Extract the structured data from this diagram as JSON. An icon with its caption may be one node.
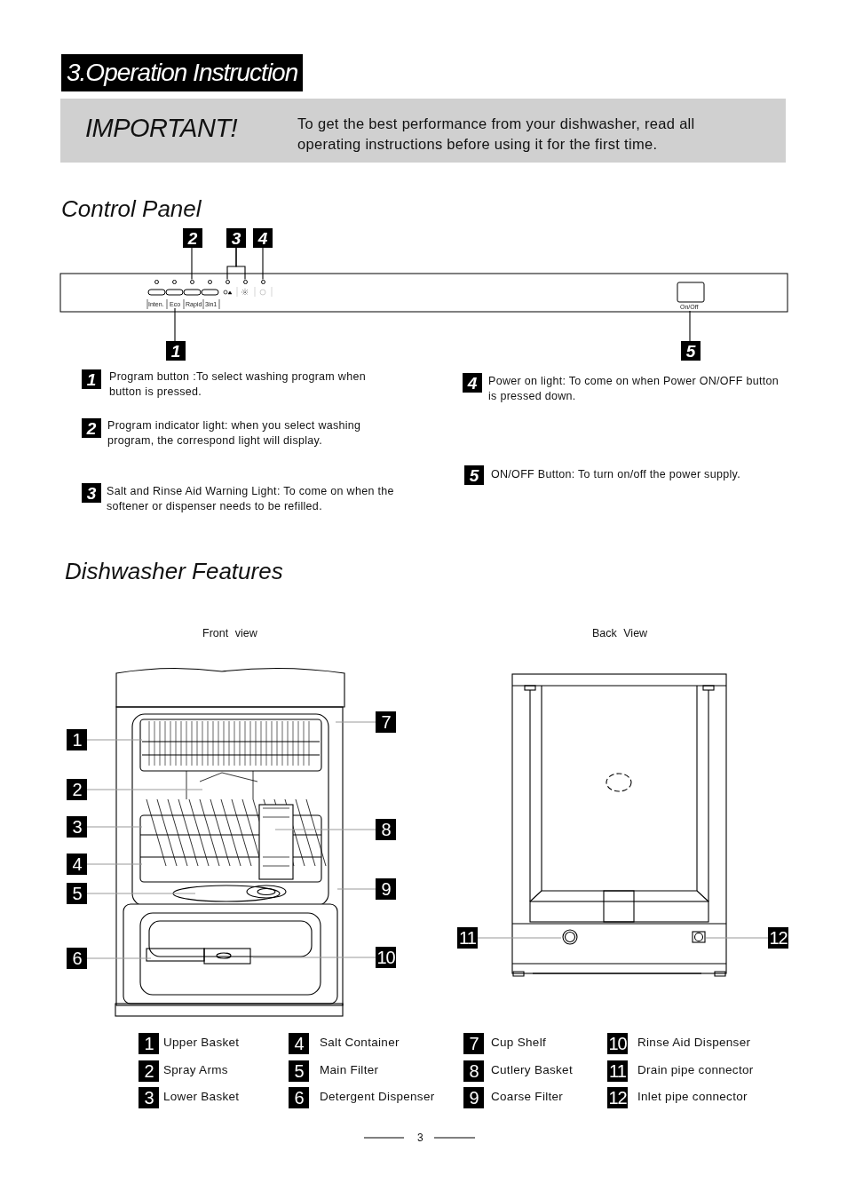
{
  "diagram": {
    "title": "3.Operation Instruction",
    "nodes": [
      {
        "text": [
          "2"
        ]
      },
      {
        "text": [
          "3"
        ]
      },
      {
        "text": [
          "4"
        ]
      },
      {
        "text": [],
        "shape": "circle"
      },
      {
        "text": [],
        "shape": "circle"
      },
      {
        "text": [],
        "shape": "circle"
      },
      {
        "text": [],
        "shape": "circle"
      },
      {
        "text": [],
        "shape": "circle"
      },
      {
        "text": [],
        "shape": "circle"
      },
      {
        "text": [],
        "shape": "circle"
      },
      {
        "text": [
          "Eco"
        ]
      },
      {
        "text": [
          "On/Off"
        ]
      },
      {
        "text": [
          "1"
        ]
      },
      {
        "text": [
          "5"
        ]
      },
      {
        "text": [
          "1"
        ],
        "beside": [
          "Program button :To select washing program when button is pressed."
        ]
      },
      {
        "text": [
          "4"
        ],
        "beside": [
          "Power on light: To come on when Power ON/OFF button is pressed down."
        ]
      },
      {
        "text": [
          "2"
        ],
        "beside": [
          "Program indicator light: when you select washing program, the correspond light will display."
        ]
      },
      {
        "text": [
          "5"
        ],
        "beside": [
          "ON/OFF Button: To turn on/off the power supply."
        ]
      },
      {
        "text": [
          "3"
        ],
        "beside": [
          "Salt and Rinse Aid Warning Light: To come on when the softener or dispenser needs to be refilled."
        ]
      },
      {
        "text": [
          "1"
        ]
      },
      {
        "text": [
          "2"
        ]
      },
      {
        "text": [
          "3"
        ]
      },
      {
        "text": [
          "4"
        ]
      },
      {
        "text": [
          "5"
        ]
      },
      {
        "text": [
          "6"
        ]
      },
      {
        "text": [
          "7"
        ]
      },
      {
        "text": [
          "8"
        ]
      },
      {
        "text": [
          "9"
        ]
      },
      {
        "text": [
          "10"
        ]
      },
      {
        "text": [
          "11"
        ]
      },
      {
        "text": [
          "12"
        ]
      },
      {
        "text": [
          "1"
        ],
        "beside": [
          "Upper Basket"
        ]
      },
      {
        "text": [
          "4"
        ],
        "beside": [
          "Salt Container"
        ]
      },
      {
        "text": [
          "7"
        ],
        "beside": [
          "Cup Shelf"
        ]
      },
      {
        "text": [
          "10"
        ],
        "beside": [
          "Rinse Aid Dispenser"
        ]
      },
      {
        "text": [
          "2"
        ],
        "beside": [
          "Spray Arms"
        ]
      },
      {
        "text": [
          "5"
        ],
        "beside": [
          "Main Filter"
        ]
      },
      {
        "text": [
          "8"
        ],
        "beside": [
          "Cutlery Basket"
        ]
      },
      {
        "text": [
          "11"
        ],
        "beside": [
          "Drain pipe connector"
        ]
      },
      {
        "text": [
          "3"
        ],
        "beside": [
          "Lower Basket"
        ]
      },
      {
        "text": [
          "6"
        ],
        "beside": [
          "Detergent Dispenser"
        ]
      },
      {
        "text": [
          "9"
        ],
        "beside": [
          "Coarse Filter"
        ]
      },
      {
        "text": [
          "12"
        ],
        "beside": [
          "Inlet pipe connector"
        ]
      }
    ],
    "edges": [
      {
        "from": 0,
        "to": 5,
        "arrow": "none",
        "color": "#000000"
      },
      {
        "from": 1,
        "to": 7,
        "arrow": "none",
        "color": "#000000"
      },
      {
        "from": 1,
        "to": 8,
        "arrow": "none",
        "color": "#000000"
      },
      {
        "from": 2,
        "to": 9,
        "arrow": "none",
        "color": "#000000"
      },
      {
        "from": 12,
        "to": 10,
        "arrow": "none",
        "color": "#000000"
      },
      {
        "from": 13,
        "to": 11,
        "arrow": "none",
        "color": "#000000"
      },
      {
        "from": 19,
        "to": null,
        "arrow": "none"
      },
      {
        "from": 20,
        "to": null,
        "arrow": "none"
      },
      {
        "from": 21,
        "to": null,
        "arrow": "none"
      },
      {
        "from": 22,
        "to": null,
        "arrow": "none"
      },
      {
        "from": 23,
        "to": null,
        "arrow": "none"
      },
      {
        "from": 24,
        "to": null,
        "arrow": "none"
      },
      {
        "from": 25,
        "to": null,
        "arrow": "none"
      },
      {
        "from": 26,
        "to": null,
        "arrow": "none"
      },
      {
        "from": 27,
        "to": null,
        "arrow": "none"
      },
      {
        "from": 28,
        "to": null,
        "arrow": "none"
      },
      {
        "from": 29,
        "to": null,
        "arrow": "none"
      },
      {
        "from": 30,
        "to": null,
        "arrow": "none"
      }
    ],
    "labels": [
      "IMPORTANT!",
      "To get the best performance from your dishwasher, read all operating instructions before using it for the first time.",
      "Control Panel",
      "Inten.",
      "Rapid",
      "3in1",
      "Dishwasher Features",
      "Front view",
      "Back View",
      "3"
    ]
  }
}
